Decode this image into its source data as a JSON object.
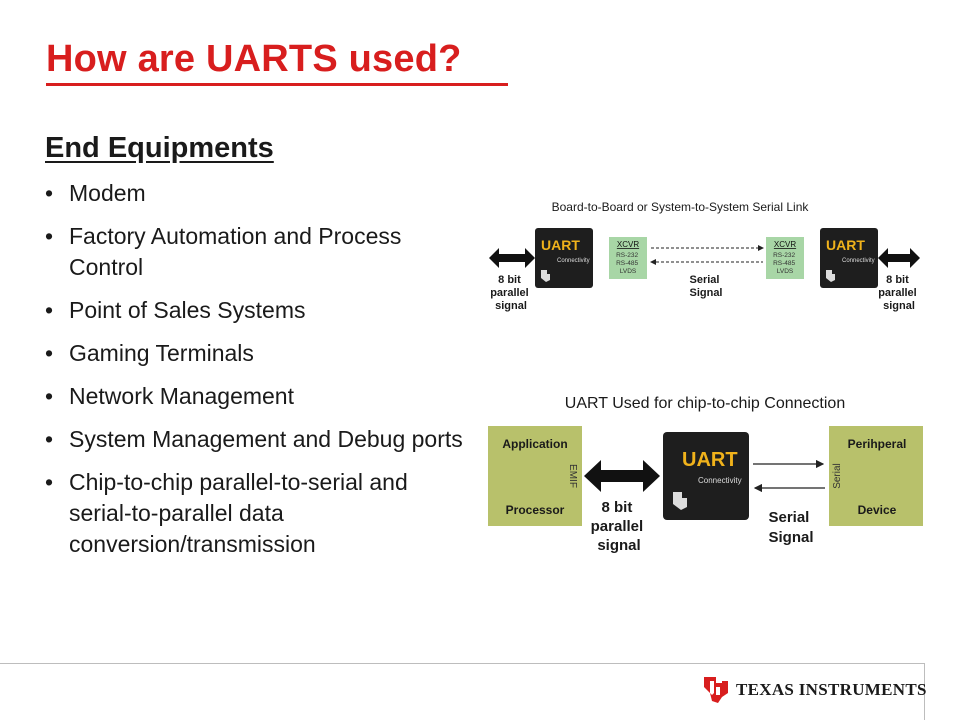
{
  "slide": {
    "title": "How are UARTS used?",
    "subtitle": "End Equipments",
    "bullets": [
      "Modem",
      "Factory Automation and Process Control",
      "Point of Sales Systems",
      "Gaming Terminals",
      "Network Management",
      "System Management and Debug ports",
      "Chip-to-chip parallel-to-serial and serial-to-parallel data conversion/transmission"
    ]
  },
  "diagram_top": {
    "caption": "Board-to-Board or System-to-System Serial Link",
    "chip_label": "UART",
    "chip_sub": "Connectivity",
    "xcvr_title": "XCVR",
    "xcvr_lines": [
      "RS-232",
      "RS-485",
      "LVDS"
    ],
    "serial_label": [
      "Serial",
      "Signal"
    ],
    "parallel_label": [
      "8 bit",
      "parallel",
      "signal"
    ]
  },
  "diagram_bottom": {
    "caption": "UART Used for chip-to-chip Connection",
    "left_top": "Application",
    "left_bottom": "Processor",
    "left_side": "EMIF",
    "right_top": "Perihperal",
    "right_bottom": "Device",
    "right_side": "Serial",
    "chip_label": "UART",
    "chip_sub": "Connectivity",
    "parallel_label": [
      "8 bit",
      "parallel",
      "signal"
    ],
    "serial_label": [
      "Serial",
      "Signal"
    ]
  },
  "footer": {
    "company": "TEXAS INSTRUMENTS"
  },
  "colors": {
    "title_red": "#d81e1e",
    "chip_dark": "#1e1e1e",
    "chip_text": "#f0b21b",
    "xcvr_green": "#a8d6a6",
    "box_olive": "#b8c16b"
  }
}
